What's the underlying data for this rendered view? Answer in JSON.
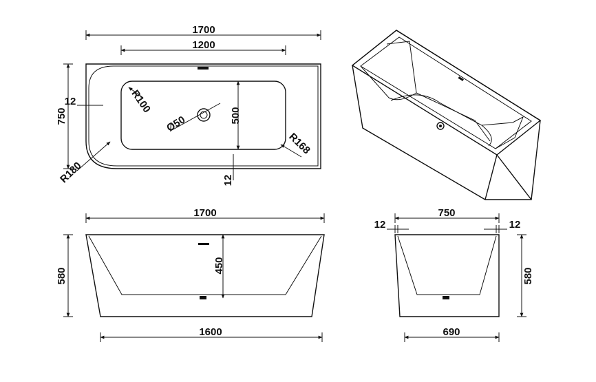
{
  "top_view": {
    "overall_length": "1700",
    "inner_length": "1200",
    "overall_width": "750",
    "wall_left": "12",
    "wall_bottom": "12",
    "inner_width": "500",
    "radius_inner_corner": "R100",
    "radius_drain_end": "R168",
    "radius_outer": "R180",
    "drain_diameter": "Ø50"
  },
  "front_view": {
    "top_length": "1700",
    "bottom_length": "1600",
    "height": "580",
    "inner_depth": "450"
  },
  "side_view": {
    "top_width": "750",
    "bottom_width": "690",
    "height": "580",
    "wall_left": "12",
    "wall_right": "12"
  }
}
